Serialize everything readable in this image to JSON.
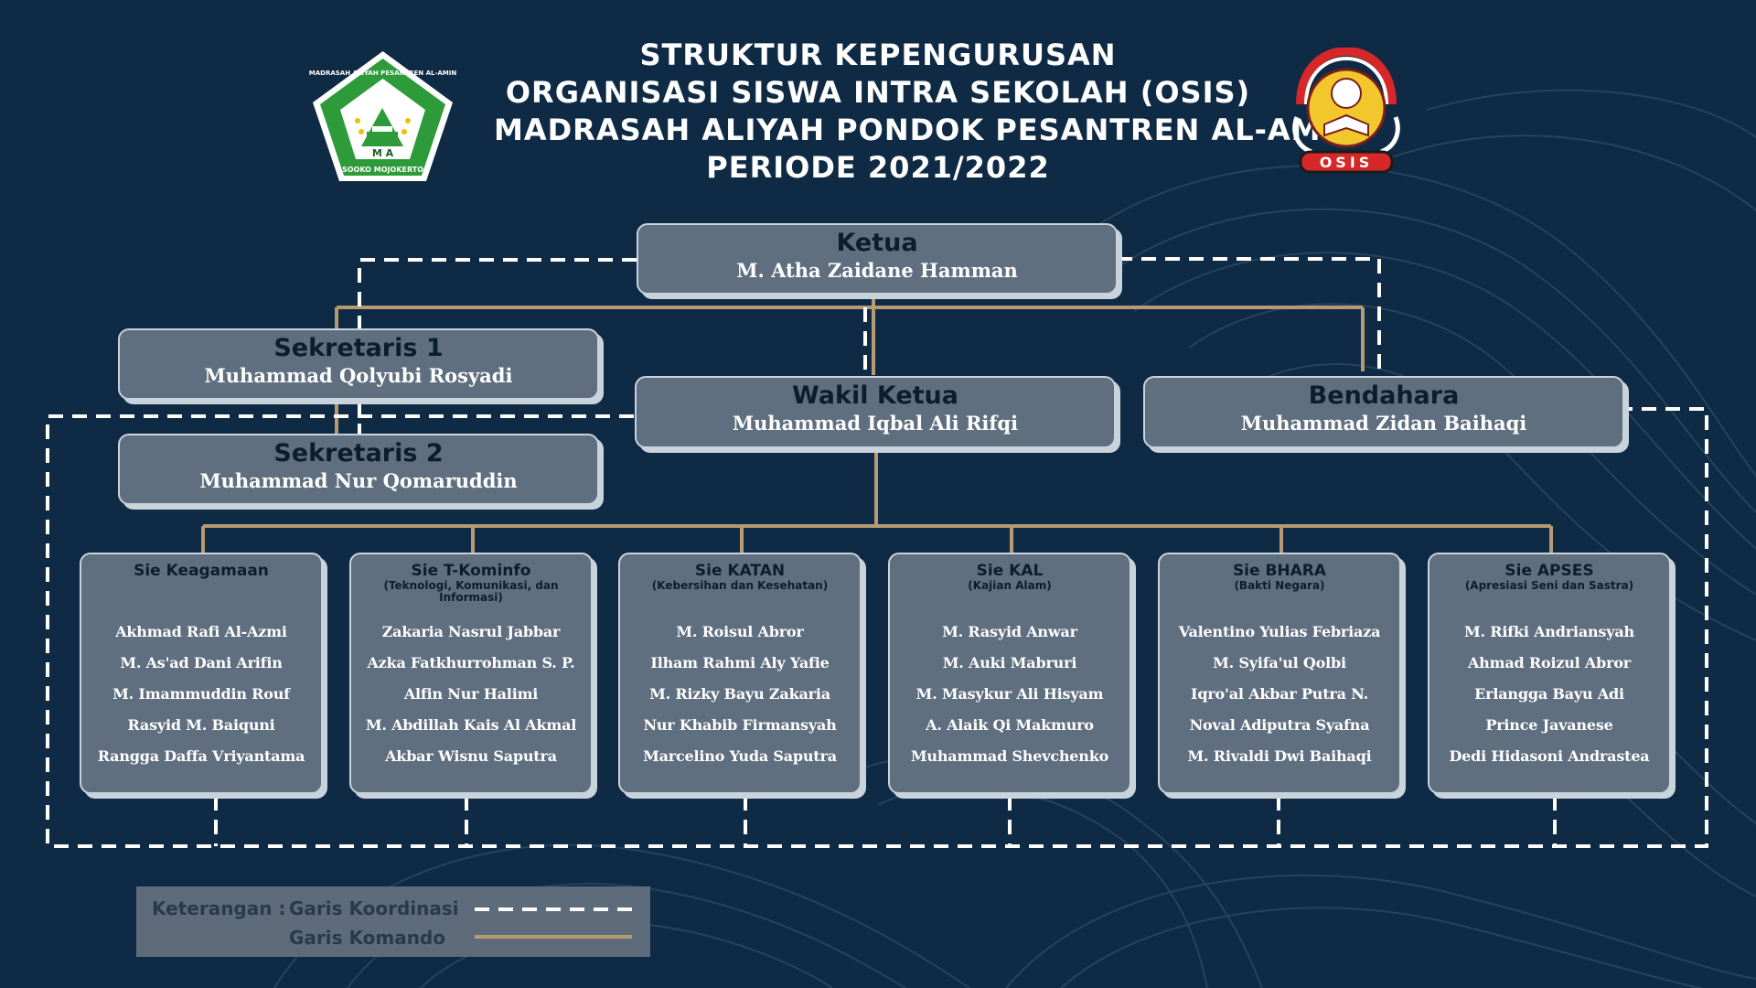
{
  "header": {
    "title_lines": [
      "STRUKTUR KEPENGURUSAN",
      "ORGANISASI SISWA INTRA SEKOLAH (OSIS)",
      "MADRASAH ALIYAH PONDOK PESANTREN AL-AMIN",
      "PERIODE 2021/2022"
    ]
  },
  "logos": {
    "left": {
      "ring_text": "MADRASAH ALIYAH PESANTREN AL-AMIN",
      "bottom_text": "SOOKO MOJOKERTO",
      "center_text": "M A",
      "color": "#2e9b3a"
    },
    "right": {
      "banner_text": "OSIS",
      "color": "#f2c72b"
    }
  },
  "leaders": {
    "ketua": {
      "role": "Ketua",
      "name": "M. Atha Zaidane Hamman"
    },
    "sekretaris1": {
      "role": "Sekretaris 1",
      "name": "Muhammad Qolyubi Rosyadi"
    },
    "sekretaris2": {
      "role": "Sekretaris 2",
      "name": "Muhammad Nur Qomaruddin"
    },
    "wakil": {
      "role": "Wakil Ketua",
      "name": "Muhammad Iqbal Ali Rifqi"
    },
    "bendahara": {
      "role": "Bendahara",
      "name": "Muhammad Zidan Baihaqi"
    }
  },
  "sie": [
    {
      "title": "Sie Keagamaan",
      "subtitle": "",
      "members": [
        "Akhmad Rafi Al-Azmi",
        "M. As'ad Dani Arifin",
        "M. Imammuddin Rouf",
        "Rasyid M. Baiquni",
        "Rangga Daffa Vriyantama"
      ]
    },
    {
      "title": "Sie T-Kominfo",
      "subtitle": "(Teknologi, Komunikasi, dan Informasi)",
      "members": [
        "Zakaria Nasrul Jabbar",
        "Azka Fatkhurrohman S. P.",
        "Alfin Nur Halimi",
        "M. Abdillah Kais Al Akmal",
        "Akbar Wisnu Saputra"
      ]
    },
    {
      "title": "Sie KATAN",
      "subtitle": "(Kebersihan dan Kesehatan)",
      "members": [
        "M. Roisul Abror",
        "Ilham Rahmi Aly Yafie",
        "M. Rizky Bayu Zakaria",
        "Nur Khabib Firmansyah",
        "Marcelino Yuda Saputra"
      ]
    },
    {
      "title": "Sie KAL",
      "subtitle": "(Kajian Alam)",
      "members": [
        "M. Rasyid Anwar",
        "M. Auki Mabruri",
        "M. Masykur Ali Hisyam",
        "A. Alaik Qi Makmuro",
        "Muhammad Shevchenko"
      ]
    },
    {
      "title": "Sie BHARA",
      "subtitle": "(Bakti Negara)",
      "members": [
        "Valentino Yulias Febriaza",
        "M. Syifa'ul Qolbi",
        "Iqro'al Akbar Putra N.",
        "Noval Adiputra Syafna",
        "M. Rivaldi Dwi Baihaqi"
      ]
    },
    {
      "title": "Sie APSES",
      "subtitle": "(Apresiasi Seni dan Sastra)",
      "members": [
        "M. Rifki Andriansyah",
        "Ahmad Roizul Abror",
        "Erlangga Bayu Adi",
        "Prince Javanese",
        "Dedi Hidasoni Andrastea"
      ]
    }
  ],
  "legend": {
    "prefix": "Keterangan :",
    "koordinasi": "Garis Koordinasi",
    "komando": "Garis Komando"
  },
  "colors": {
    "background": "#0f2a44",
    "box_fill": "#5f6f80",
    "box_border": "#c9d3dc",
    "command_line": "#b59a73",
    "coordination_line": "#ffffff"
  }
}
